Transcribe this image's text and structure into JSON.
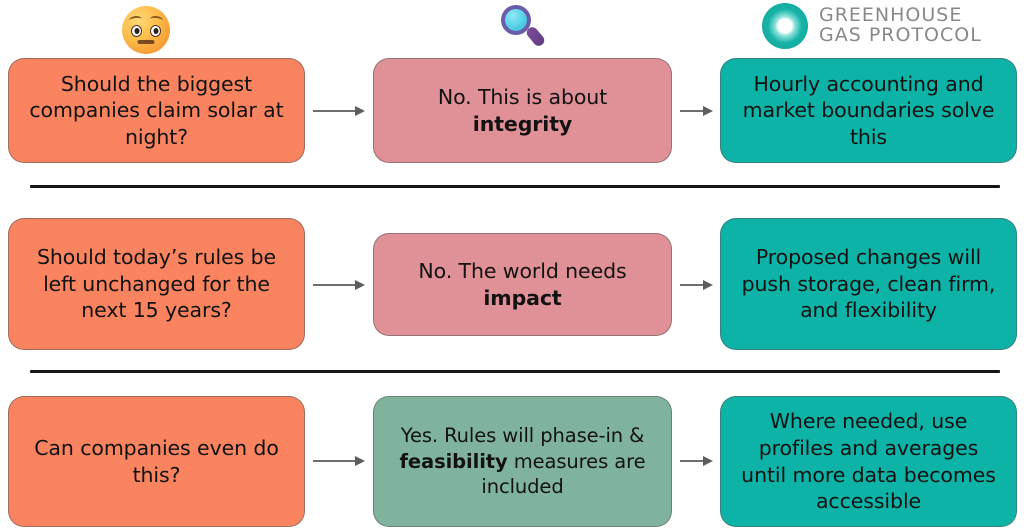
{
  "header": {
    "icons": [
      {
        "name": "shocked-face-emoji",
        "glyph": "face-with-raised-eyebrows"
      },
      {
        "name": "magnifying-glass-emoji",
        "glyph": "magnifying-glass-tilted-left"
      },
      {
        "name": "greenhouse-gas-protocol-logo",
        "glyph": "ghg-circle-mark"
      }
    ],
    "logo": {
      "line1": "GREENHOUSE",
      "line2": "GAS PROTOCOL"
    }
  },
  "colors": {
    "question": "#F9845F",
    "answer": "#E09097",
    "resolution": "#0DB3A6",
    "answer_alt": "#80B39D",
    "arrow": "#6E6E6E",
    "divider": "#151515",
    "text": "#121212",
    "logo_text": "#898989"
  },
  "rows": [
    {
      "id": "row-integrity",
      "question": "Should the biggest companies claim solar at night?",
      "answer_prefix": "No. This is about ",
      "answer_emphasis": "integrity",
      "answer_suffix": "",
      "resolution": "Hourly accounting and market boundaries solve this"
    },
    {
      "id": "row-impact",
      "question": "Should today’s rules be left unchanged for the next 15 years?",
      "answer_prefix": "No. The world needs ",
      "answer_emphasis": "impact",
      "answer_suffix": "",
      "resolution": "Proposed changes will push storage, clean firm, and flexibility"
    },
    {
      "id": "row-feasibility",
      "question": "Can companies even do this?",
      "answer_prefix": "Yes. Rules will phase-in & ",
      "answer_emphasis": "feasibility",
      "answer_suffix": " measures are included",
      "resolution": "Where needed, use profiles and averages until more data becomes accessible"
    }
  ]
}
